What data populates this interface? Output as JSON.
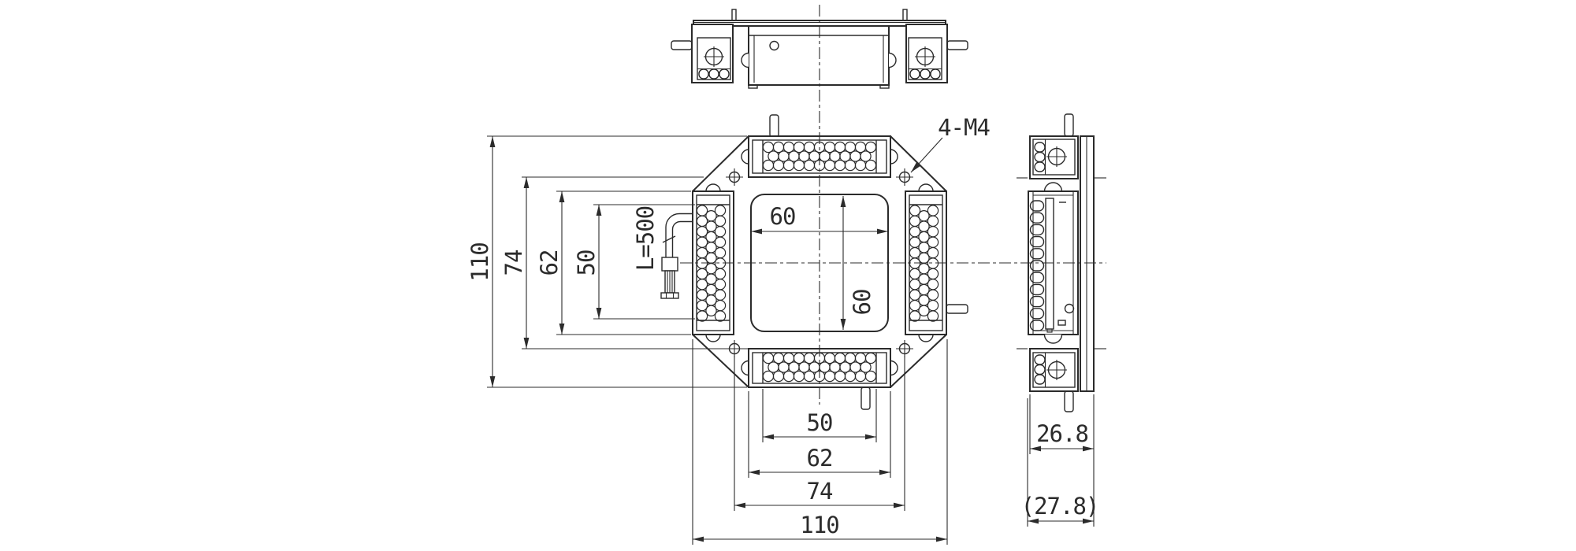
{
  "drawing_type": "engineering-dimension-drawing",
  "colors": {
    "line": "#2b2b2b",
    "background": "#ffffff"
  },
  "dimensions": {
    "left": [
      "110",
      "74",
      "62",
      "50"
    ],
    "bottom": [
      "50",
      "62",
      "74",
      "110"
    ],
    "aperture_width": "60",
    "aperture_height": "60",
    "cable_length": "L=500",
    "thread_callout": "4-M4",
    "side_depth": "26.8",
    "side_depth_overall": "(27.8)"
  },
  "led_arrays": {
    "bars": 4,
    "rows_per_bar": 3,
    "leds_outer_row": 11,
    "leds_middle_row": 10
  }
}
